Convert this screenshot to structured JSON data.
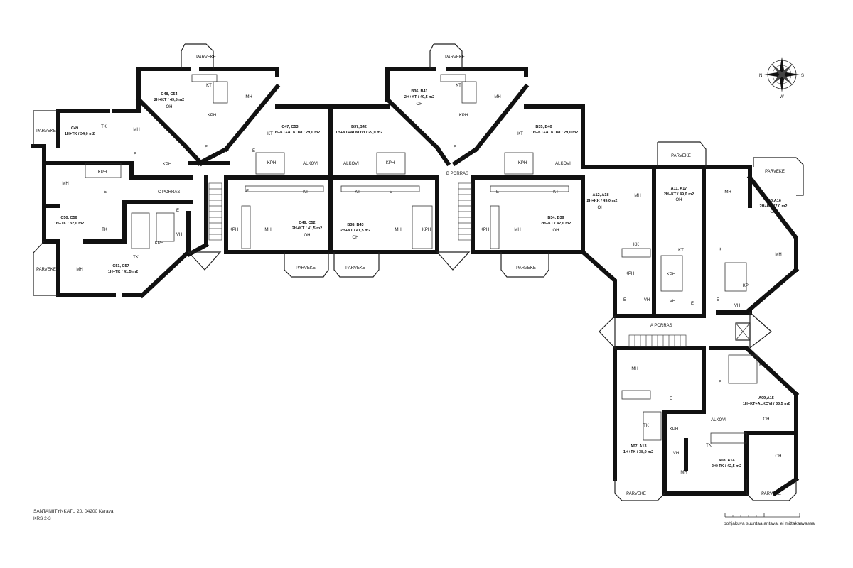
{
  "address": {
    "line1": "SANTANIITYNKATU 20,  04200 Kerava",
    "line2": "KRS 2-3"
  },
  "note": "pohjakuva suuntaa antava, ei mittakaavassa",
  "compass": {
    "n": "N",
    "s": "S",
    "w": "W"
  },
  "stairwells": {
    "a": "A PORRAS",
    "b": "B PORRAS",
    "c": "C PORRAS"
  },
  "apartments": {
    "c48": {
      "name": "C48, C54",
      "type": "2H+KT / 49,5 m2"
    },
    "c49": {
      "name": "C49",
      "type": "1H+TK / 34,0 m2"
    },
    "c50": {
      "name": "C50, C56",
      "type": "1H+TK / 32,0 m2"
    },
    "c51": {
      "name": "C51, C57",
      "type": "1H+TK / 41,5 m2"
    },
    "c47": {
      "name": "C47, C53",
      "type": "1H+KT+ALKOVI / 29,0 m2"
    },
    "c46": {
      "name": "C46, C52",
      "type": "2H+KT / 41,5 m2"
    },
    "b36": {
      "name": "B36, B41",
      "type": "2H+KT / 49,5 m2"
    },
    "b37": {
      "name": "B37,B42",
      "type": "1H+KT+ALKOVI / 29,0 m2"
    },
    "b38": {
      "name": "B38, B43",
      "type": "2H+KT / 41,5 m2"
    },
    "b35": {
      "name": "B35, B40",
      "type": "1H+KT+ALKOVI / 29,0 m2"
    },
    "b34": {
      "name": "B34, B39",
      "type": "2H+KT / 42,0 m2"
    },
    "a12": {
      "name": "A12, A18",
      "type": "2H+KK / 49,0 m2"
    },
    "a11": {
      "name": "A11, A17",
      "type": "2H+KT / 49,0 m2"
    },
    "a10": {
      "name": "A10,A16",
      "type": "2H+K / 47,0 m2"
    },
    "a09": {
      "name": "A09,A15",
      "type": "1H+KT+ALKOVI / 33,5 m2"
    },
    "a07": {
      "name": "A07, A13",
      "type": "1H+TK / 38,0 m2"
    },
    "a08": {
      "name": "A08, A14",
      "type": "2H+TK / 42,5 m2"
    }
  },
  "rooms": {
    "parveke": "PARVEKE",
    "oh": "OH",
    "mh": "MH",
    "kt": "KT",
    "kph": "KPH",
    "tk": "TK",
    "e": "E",
    "vh": "VH",
    "alkovi": "ALKOVI",
    "kk": "KK",
    "k": "K"
  }
}
